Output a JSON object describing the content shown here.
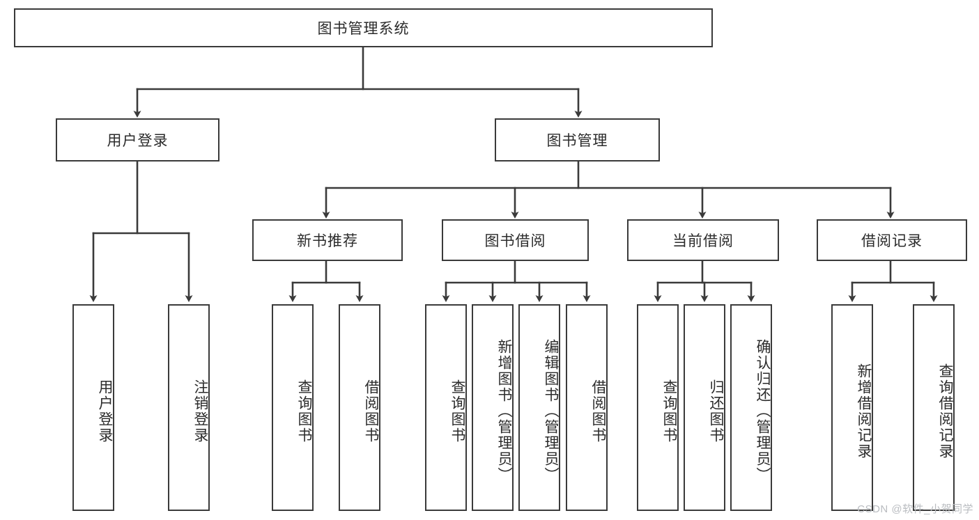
{
  "diagram": {
    "type": "tree-hierarchy",
    "title": "图书管理系统",
    "root": {
      "id": "root",
      "label": "图书管理系统"
    },
    "level1": [
      {
        "id": "user-login",
        "label": "用户登录"
      },
      {
        "id": "book-manage",
        "label": "图书管理"
      }
    ],
    "level2": [
      {
        "id": "new-book-recommend",
        "label": "新书推荐",
        "parent": "book-manage"
      },
      {
        "id": "book-borrow",
        "label": "图书借阅",
        "parent": "book-manage"
      },
      {
        "id": "current-borrow",
        "label": "当前借阅",
        "parent": "book-manage"
      },
      {
        "id": "borrow-record",
        "label": "借阅记录",
        "parent": "book-manage"
      }
    ],
    "leaves": [
      {
        "id": "leaf-user-login",
        "label": "用户登录",
        "parent": "user-login"
      },
      {
        "id": "leaf-user-logout",
        "label": "注销登录",
        "parent": "user-login"
      },
      {
        "id": "leaf-query-book-1",
        "label": "查询图书",
        "parent": "new-book-recommend"
      },
      {
        "id": "leaf-borrow-book-1",
        "label": "借阅图书",
        "parent": "new-book-recommend"
      },
      {
        "id": "leaf-query-book-2",
        "label": "查询图书",
        "parent": "book-borrow"
      },
      {
        "id": "leaf-add-book",
        "label": "新增图书（管理员）",
        "parent": "book-borrow"
      },
      {
        "id": "leaf-edit-book",
        "label": "编辑图书（管理员）",
        "parent": "book-borrow"
      },
      {
        "id": "leaf-borrow-book-2",
        "label": "借阅图书",
        "parent": "book-borrow"
      },
      {
        "id": "leaf-query-book-3",
        "label": "查询图书",
        "parent": "current-borrow"
      },
      {
        "id": "leaf-return-book",
        "label": "归还图书",
        "parent": "current-borrow"
      },
      {
        "id": "leaf-confirm-return",
        "label": "确认归还（管理员）",
        "parent": "current-borrow"
      },
      {
        "id": "leaf-add-record",
        "label": "新增借阅记录",
        "parent": "borrow-record"
      },
      {
        "id": "leaf-query-record",
        "label": "查询借阅记录",
        "parent": "borrow-record"
      }
    ],
    "colors": {
      "stroke": "#3a3a3a",
      "fill": "#ffffff",
      "text": "#2b2b2b",
      "watermark": "#b9bcc0"
    }
  },
  "watermark": {
    "text": "CSDN @软件_小贺同学"
  }
}
